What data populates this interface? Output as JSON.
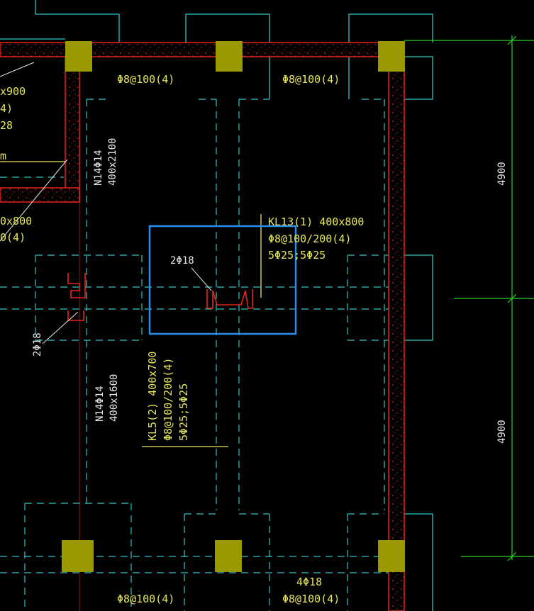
{
  "colors": {
    "background": "#000000",
    "beam_red": "#e8241c",
    "axis_cyan": "#2fc4c8",
    "column_olive": "#9a9a00",
    "text_yellow": "#e6e65a",
    "text_white": "#e8e8e8",
    "dimension_green": "#27d227",
    "selection_blue": "#2a8df0"
  },
  "labels": {
    "top_stirrup_left": "Φ8@100(4)",
    "top_stirrup_right": "Φ8@100(4)",
    "bottom_stirrup_left": "Φ8@100(4)",
    "bottom_stirrup_right": "Φ8@100(4)",
    "bottom_bars": "4Φ18",
    "left_fragment_1": "x900",
    "left_fragment_2": "4)",
    "left_fragment_3": "28",
    "left_fragment_4": "m",
    "left_fragment_5": "0x800",
    "left_fragment_6": "0(4)",
    "left_bar_note": "2Φ18",
    "col_upper_spec_1": "N14Φ14",
    "col_upper_spec_2": "400x2100",
    "col_lower_spec_1": "N14Φ14",
    "col_lower_spec_2": "400x1600",
    "kl13_line1": "KL13(1) 400x800",
    "kl13_line2": "Φ8@100/200(4)",
    "kl13_line3": "5Φ25;5Φ25",
    "kl5_line1": "KL5(2) 400x700",
    "kl5_line2": "Φ8@100/200(4)",
    "kl5_line3": "5Φ25;5Φ25",
    "selected_bar_note": "2Φ18"
  },
  "dimensions": {
    "upper": "4900",
    "lower": "4900"
  }
}
